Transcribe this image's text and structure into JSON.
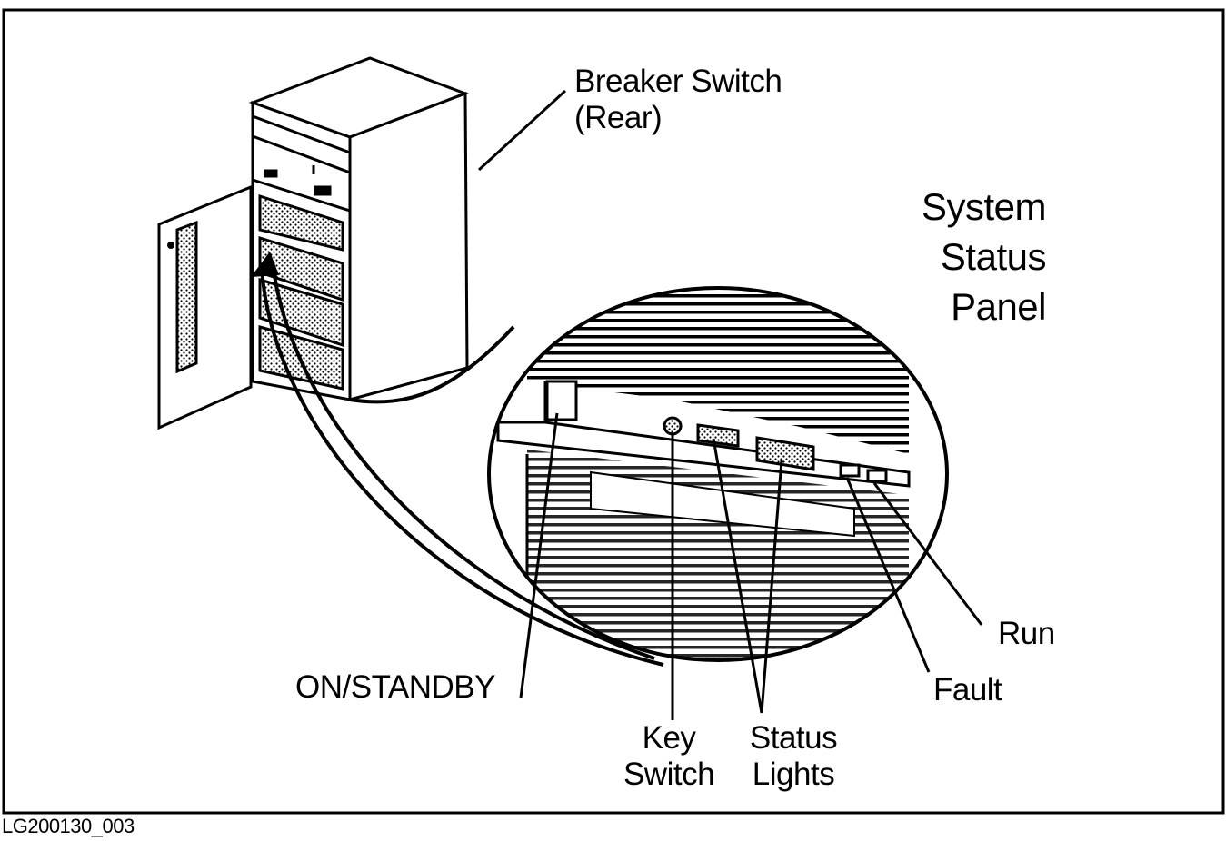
{
  "labels": {
    "breaker_switch_line1": "Breaker Switch",
    "breaker_switch_line2": "(Rear)",
    "panel_title_line1": "System",
    "panel_title_line2": "Status",
    "panel_title_line3": "Panel",
    "on_standby": "ON/STANDBY",
    "key_switch_line1": "Key",
    "key_switch_line2": "Switch",
    "status_lights_line1": "Status",
    "status_lights_line2": "Lights",
    "fault": "Fault",
    "run": "Run"
  },
  "figure_id": "LG200130_003",
  "colors": {
    "ink": "#000000",
    "paper": "#ffffff"
  },
  "icons": [
    "computer-cabinet-icon",
    "status-panel-magnifier-icon"
  ]
}
